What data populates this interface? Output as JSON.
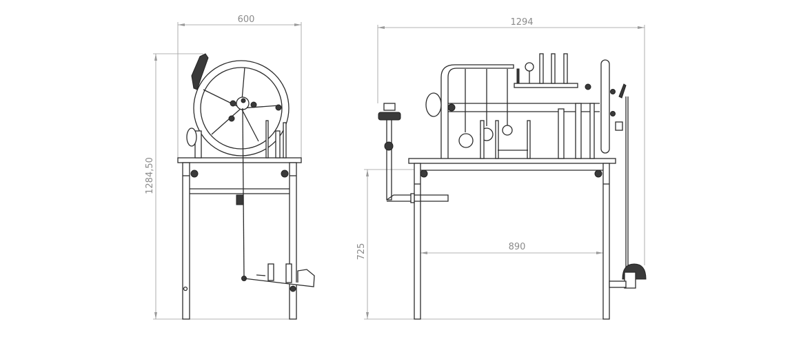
{
  "drawing": {
    "front_view": {
      "width_dimension": "600",
      "height_dimension": "1284,50"
    },
    "side_view": {
      "length_dimension": "1294",
      "table_height_dimension": "725",
      "leg_span_dimension": "890"
    },
    "colors": {
      "line": "#2b2b2b",
      "dimension": "#9a9a9a",
      "background": "#ffffff"
    }
  }
}
